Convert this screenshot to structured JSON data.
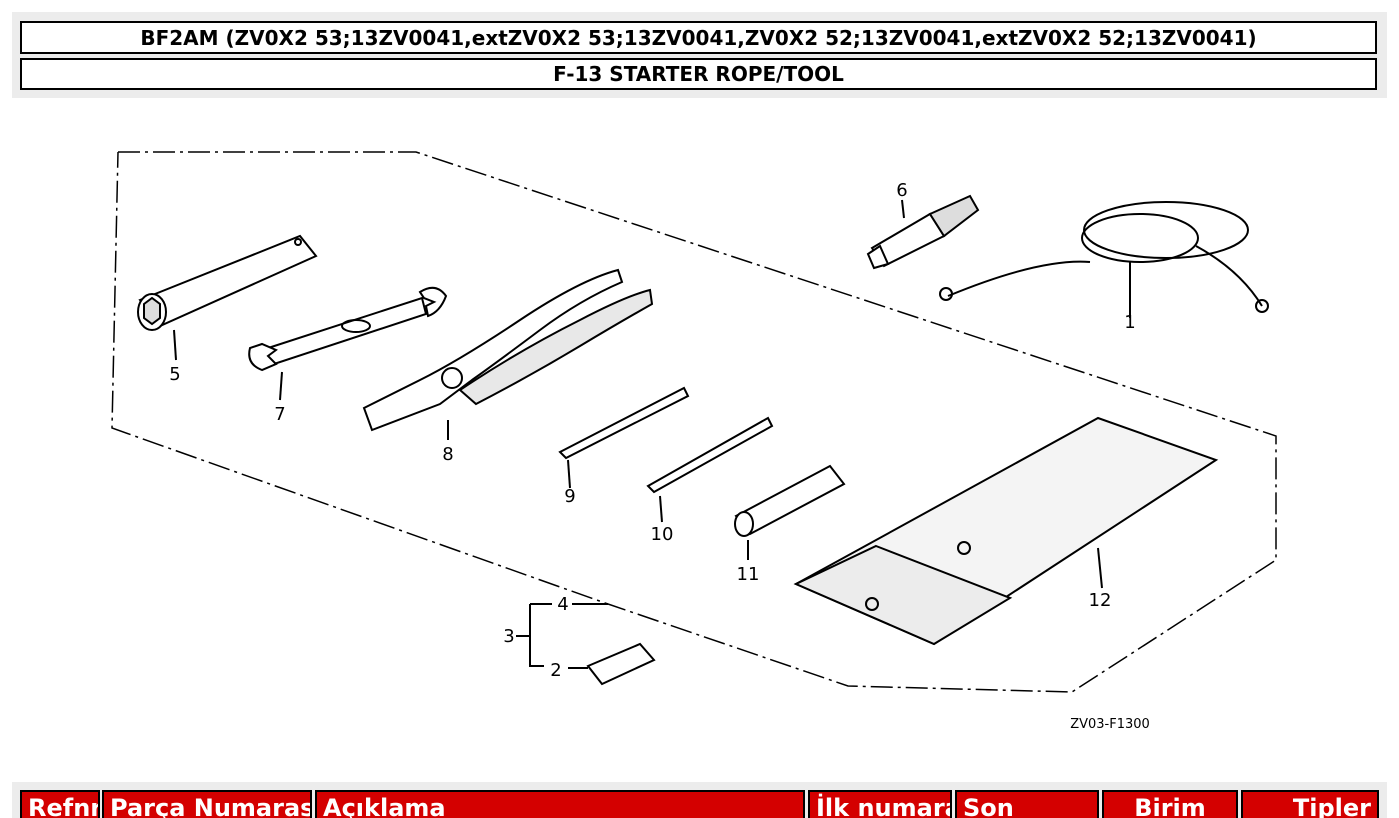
{
  "header": {
    "model_title": "BF2AM (ZV0X2 53;13ZV0041,extZV0X2 53;13ZV0041,ZV0X2 52;13ZV0041,extZV0X2 52;13ZV0041)",
    "section_title": "F-13 STARTER ROPE/TOOL"
  },
  "diagram": {
    "callouts": {
      "c1": "1",
      "c2": "2",
      "c3": "3",
      "c4": "4",
      "c5": "5",
      "c6": "6",
      "c7": "7",
      "c8": "8",
      "c9": "9",
      "c10": "10",
      "c11": "11",
      "c12": "12"
    },
    "code": "ZV03-F1300"
  },
  "table": {
    "columns": [
      "Refnr",
      "Parça Numarası",
      "Açıklama",
      "İlk numara",
      "Son",
      "Birim",
      "Tipler"
    ]
  }
}
